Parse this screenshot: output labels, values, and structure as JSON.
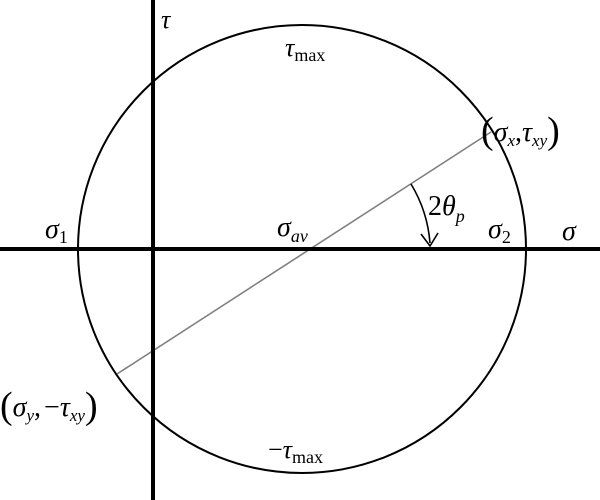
{
  "diagram": {
    "axes": {
      "horizontal_label": "σ",
      "vertical_label": "τ"
    },
    "labels": {
      "tau_max": {
        "symbol": "τ",
        "subscript": "max"
      },
      "neg_tau_max": {
        "prefix": "−",
        "symbol": "τ",
        "subscript": "max"
      },
      "sigma_1": {
        "symbol": "σ",
        "subscript": "1"
      },
      "sigma_2": {
        "symbol": "σ",
        "subscript": "2"
      },
      "sigma_av": {
        "symbol": "σ",
        "subscript": "av"
      },
      "angle": {
        "coefficient": "2",
        "symbol": "θ",
        "subscript": "p"
      },
      "point_x": {
        "open": "(",
        "first_symbol": "σ",
        "first_subscript": "x",
        "separator": ",",
        "second_prefix": "",
        "second_symbol": "τ",
        "second_subscript": "xy",
        "close": ")"
      },
      "point_y": {
        "open": "(",
        "first_symbol": "σ",
        "first_subscript": "y",
        "separator": ",",
        "second_prefix": "−",
        "second_symbol": "τ",
        "second_subscript": "xy",
        "close": ")"
      }
    },
    "colors": {
      "axis": "#000000",
      "circle": "#000000",
      "diameter": "#808080",
      "angle_arc": "#000000"
    }
  }
}
